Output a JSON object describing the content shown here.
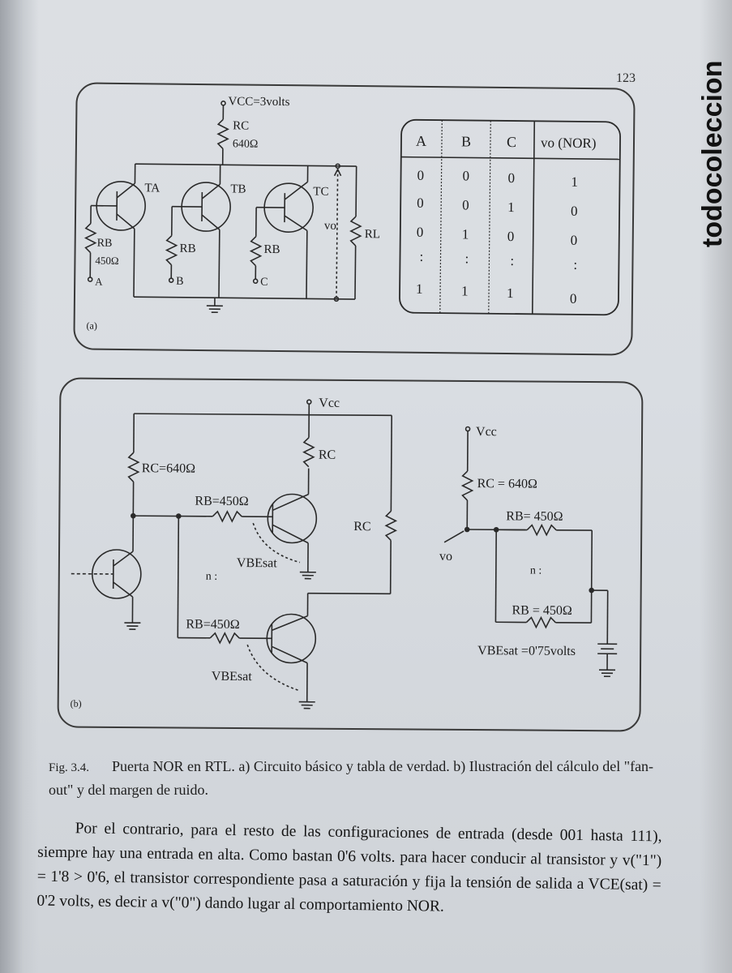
{
  "page_number": "123",
  "watermark": "todocoleccion",
  "panel_a": {
    "label": "(a)",
    "supply": "VCC=3volts",
    "rc_label": "RC",
    "rc_value": "640Ω",
    "transistors": [
      "TA",
      "TB",
      "TC"
    ],
    "rb_label": "RB",
    "rb_value": "450Ω",
    "inputs": [
      "A",
      "B",
      "C"
    ],
    "vo_label": "vo",
    "rl_label": "RL",
    "truth_table": {
      "headers": [
        "A",
        "B",
        "C",
        "vo (NOR)"
      ],
      "rows": [
        [
          "0",
          "0",
          "0",
          "1"
        ],
        [
          "0",
          "0",
          "1",
          "0"
        ],
        [
          "0",
          "1",
          "0",
          "0"
        ],
        [
          ":",
          ":",
          ":",
          ":"
        ],
        [
          "1",
          "1",
          "1",
          "0"
        ]
      ]
    }
  },
  "panel_b": {
    "label": "(b)",
    "vcc": "Vcc",
    "rc_640": "RC=640Ω",
    "rc": "RC",
    "rb_450": "RB=450Ω",
    "vbesat": "VBEsat",
    "n_dots": "n :",
    "rc_right": "RC",
    "right_vcc": "Vcc",
    "right_rc": "RC = 640Ω",
    "right_rb_top": "RB= 450Ω",
    "right_n": "n :",
    "right_rb_bottom": "RB = 450Ω",
    "right_vo": "vo",
    "right_vbesat": "VBEsat =0'75volts"
  },
  "caption": {
    "fig": "Fig. 3.4.",
    "text": "Puerta NOR en RTL. a) Circuito básico y tabla de verdad. b) Ilustración del cálculo del \"fan-out\" y del margen de ruido."
  },
  "body_text": "Por el contrario, para el resto de las configuraciones de entrada (desde 001 hasta 111), siempre hay una entrada en alta. Como bastan 0'6 volts. para hacer conducir al transistor y v(\"1\") = 1'8 > 0'6, el transistor correspondiente pasa a saturación y fija la tensión de salida a VCE(sat) = 0'2 volts, es decir a v(\"0\") dando lugar al comportamiento NOR.",
  "colors": {
    "paper": "#d9dde2",
    "ink": "#1c1c1c",
    "watermark": "#111111"
  }
}
